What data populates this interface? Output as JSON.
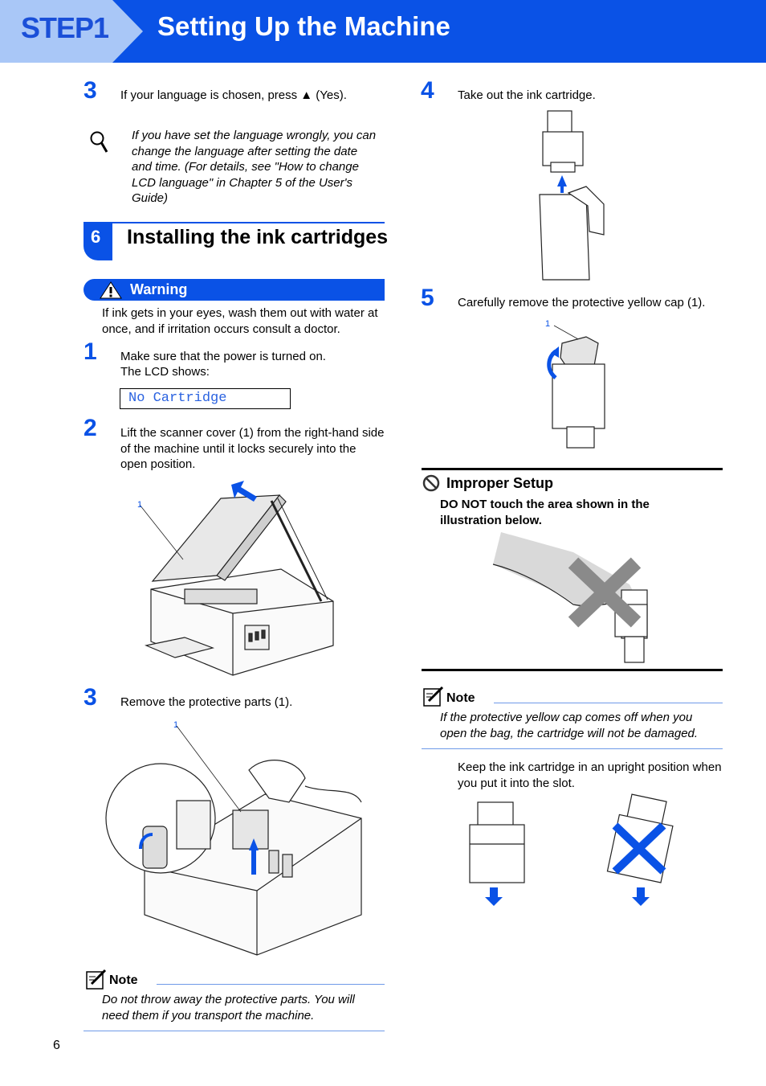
{
  "header": {
    "step_label": "STEP1",
    "title": "Setting Up the Machine"
  },
  "left": {
    "step3a": {
      "num": "3",
      "text": "If your language is chosen, press ▲ (Yes)."
    },
    "tip": "If you have set the language wrongly, you can change the language after setting the date and time. (For details, see \"How to change LCD language\" in Chapter 5 of the User's Guide)",
    "section": {
      "num": "6",
      "title": "Installing the ink cartridges"
    },
    "warning": {
      "label": "Warning",
      "text": "If ink gets in your eyes, wash them out with water at once, and if irritation occurs consult a doctor."
    },
    "step1": {
      "num": "1",
      "line1": "Make sure that the power is turned on.",
      "line2": "The LCD shows:",
      "lcd": "No Cartridge"
    },
    "step2": {
      "num": "2",
      "text": "Lift the scanner cover (1) from the right-hand side of the machine until it locks securely into the open position.",
      "callout": "1"
    },
    "step3b": {
      "num": "3",
      "text": "Remove the protective parts (1).",
      "callout": "1"
    },
    "note": {
      "label": "Note",
      "text": "Do not throw away the protective parts. You will need them if you transport the machine."
    }
  },
  "right": {
    "step4": {
      "num": "4",
      "text": "Take out the ink cartridge."
    },
    "step5": {
      "num": "5",
      "text": "Carefully remove the protective yellow cap (1).",
      "callout": "1"
    },
    "improper": {
      "label": "Improper Setup",
      "text": "DO NOT touch the area shown in the illustration below."
    },
    "note": {
      "label": "Note",
      "text": "If the protective yellow cap comes off when you open the bag, the cartridge will not be damaged."
    },
    "keep_text": "Keep the ink cartridge in an upright position when you put it into the slot."
  },
  "footer": {
    "page_number": "6"
  },
  "colors": {
    "accent": "#0a52e6",
    "accent_light": "#6f9ae8"
  },
  "icons": [
    "magnifier-icon",
    "warning-triangle-icon",
    "no-entry-icon",
    "note-pencil-icon",
    "up-arrow-icon",
    "down-arrow-icon",
    "cross-mark-icon"
  ]
}
